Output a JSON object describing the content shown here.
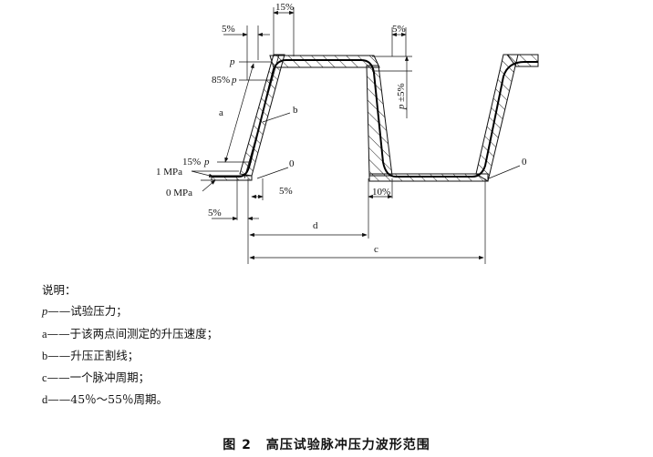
{
  "diagram": {
    "labels": {
      "pct_top": "15%",
      "pct_top_left": "5%",
      "pct_top_right": "5%",
      "p_top": "p",
      "pct_85": "85%",
      "p_85": "p",
      "letter_a": "a",
      "letter_b": "b",
      "pct_15": "15%",
      "p_15": "p",
      "one_mpa": "1 MPa",
      "zero_mpa": "0 MPa",
      "zero_left": "0",
      "zero_right": "0",
      "p_tol": "p",
      "tol_value": "±5%",
      "pct_bottom_left": "5%",
      "pct_bottom_mid": "5%",
      "pct_bottom_10": "10%",
      "letter_d": "d",
      "letter_c": "c"
    }
  },
  "legend": {
    "title": "说明：",
    "items": [
      {
        "symbol": "p",
        "text": "——试验压力；"
      },
      {
        "symbol": "a",
        "text": "——于该两点间测定的升压速度；"
      },
      {
        "symbol": "b",
        "text": "——升压正割线；"
      },
      {
        "symbol": "c",
        "text": "——一个脉冲周期；"
      },
      {
        "symbol": "d",
        "text": "——45％～55％周期。"
      }
    ]
  },
  "caption": {
    "number": "图 2",
    "title": "高压试验脉冲压力波形范围"
  }
}
